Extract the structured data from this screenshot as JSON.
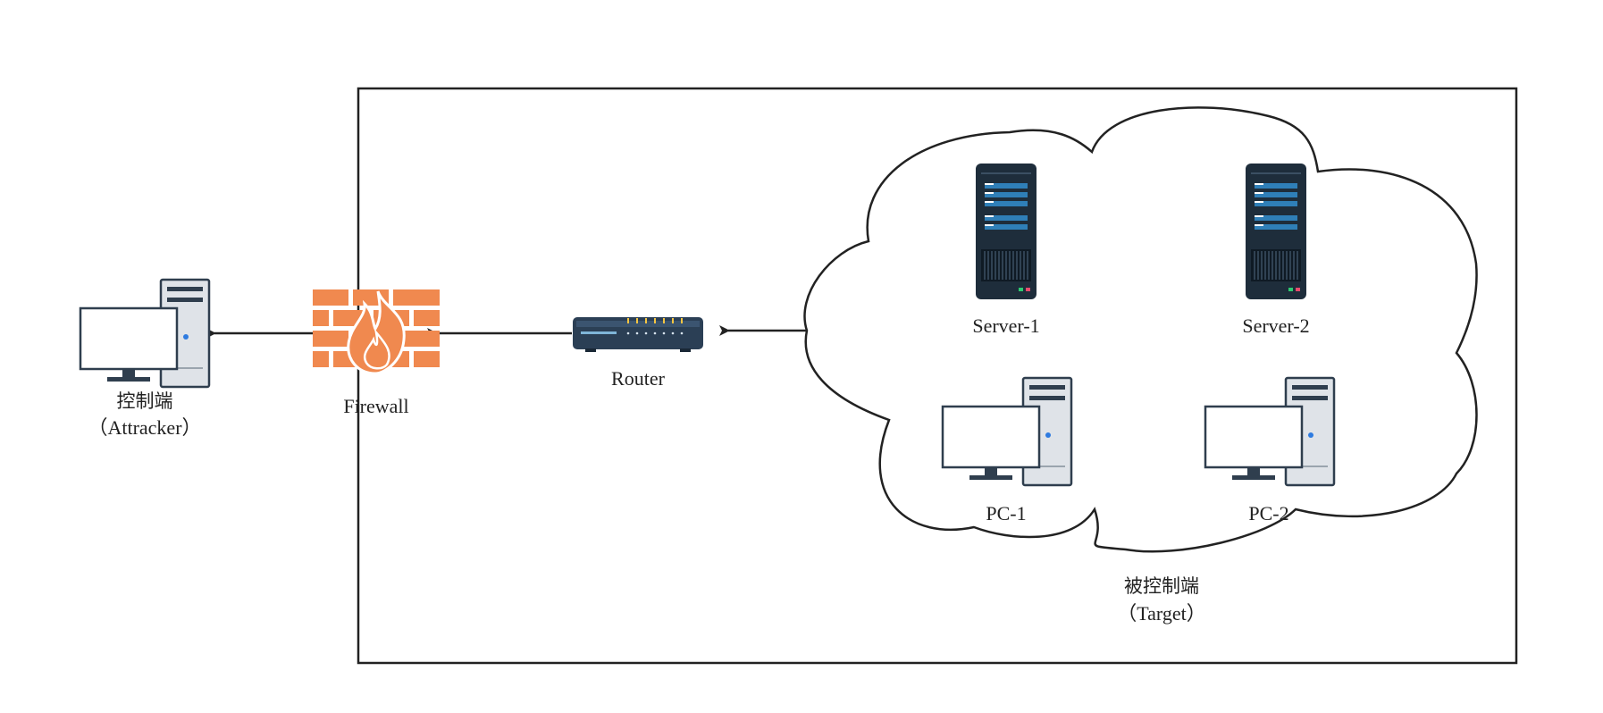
{
  "nodes": {
    "attacker": {
      "name": "控制端",
      "subtitle": "（Attracker）"
    },
    "firewall": {
      "label": "Firewall"
    },
    "router": {
      "label": "Router"
    },
    "server1": {
      "label": "Server-1"
    },
    "server2": {
      "label": "Server-2"
    },
    "pc1": {
      "label": "PC-1"
    },
    "pc2": {
      "label": "PC-2"
    }
  },
  "target": {
    "name": "被控制端",
    "subtitle": "（Target）"
  },
  "colors": {
    "stroke": "#222222",
    "firewall_brick": "#f0894f",
    "server_body": "#1e2d3b",
    "server_slot": "#2f7fb8",
    "router_body": "#2b3f55",
    "monitor_border": "#2f3e4e",
    "tower_body": "#dfe3e8",
    "power_dot": "#2e7be0"
  },
  "icons": {
    "attacker": "pc-icon",
    "firewall": "firewall-icon",
    "router": "router-icon",
    "server1": "server-icon",
    "server2": "server-icon",
    "pc1": "pc-icon",
    "pc2": "pc-icon"
  }
}
